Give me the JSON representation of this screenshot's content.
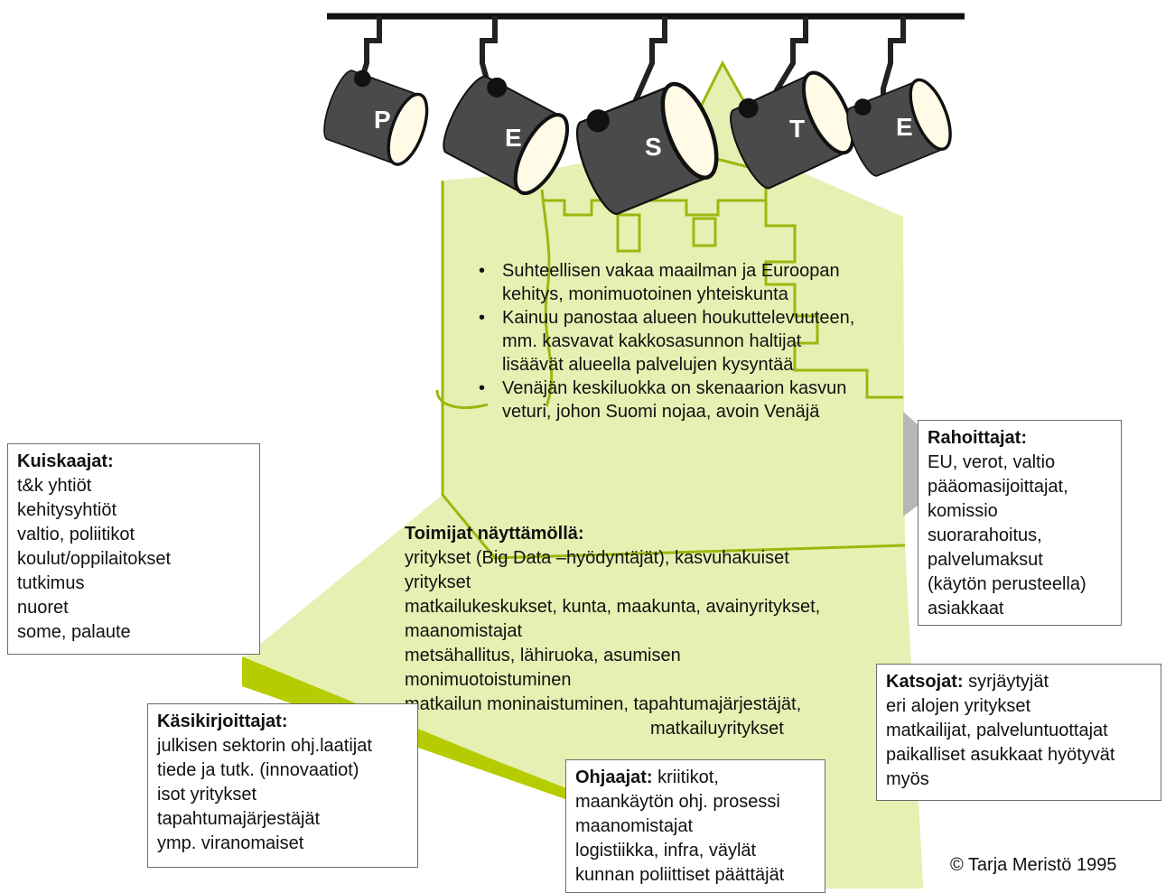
{
  "lamps": [
    {
      "letter": "P"
    },
    {
      "letter": "E"
    },
    {
      "letter": "S"
    },
    {
      "letter": "T"
    },
    {
      "letter": "E"
    }
  ],
  "colors": {
    "stage_light": "#e6f0b3",
    "stage_dark": "#b6cc00",
    "lamp_body": "#4a4a4a",
    "outline": "#9ab80e"
  },
  "bullets": [
    "Suhteellisen vakaa maailman ja Euroopan kehitys, monimuotoinen yhteiskunta",
    "Kainuu panostaa alueen houkuttelevuuteen, mm. kasvavat kakkosasunnon haltijat lisäävät alueella palvelujen kysyntää",
    "Venäjän keskiluokka on skenaarion kasvun veturi, johon Suomi nojaa, avoin Venäjä"
  ],
  "toimijat": {
    "title": "Toimijat näyttämöllä:",
    "lines": [
      "yritykset (Big Data –hyödyntäjät), kasvuhakuiset",
      "yritykset",
      "matkailukeskukset, kunta, maakunta, avainyritykset,",
      "maanomistajat",
      "metsähallitus, lähiruoka, asumisen",
      "monimuotoistuminen",
      "matkailun moninaistuminen, tapahtumajärjestäjät,",
      "matkailuyritykset"
    ]
  },
  "kuiskaajat": {
    "title": "Kuiskaajat:",
    "lines": [
      "t&k yhtiöt",
      "kehitysyhtiöt",
      "valtio, poliitikot",
      "koulut/oppilaitokset",
      "tutkimus",
      "nuoret",
      "some, palaute"
    ]
  },
  "rahoittajat": {
    "title": "Rahoittajat:",
    "lines": [
      "EU, verot, valtio",
      "pääomasijoittajat,",
      "komissio",
      "suorarahoitus,",
      "palvelumaksut",
      "(käytön perusteella)",
      "asiakkaat"
    ]
  },
  "katsojat": {
    "title": "Katsojat:",
    "first": " syrjäytyjät",
    "lines": [
      "eri alojen yritykset",
      "matkailijat, palveluntuottajat",
      "paikalliset asukkaat hyötyvät",
      "myös"
    ]
  },
  "kasikirjoittajat": {
    "title": "Käsikirjoittajat:",
    "lines": [
      "julkisen sektorin ohj.laatijat",
      "tiede ja tutk. (innovaatiot)",
      "isot yritykset",
      "tapahtumajärjestäjät",
      "ymp. viranomaiset"
    ]
  },
  "ohjaajat": {
    "title": "Ohjaajat:",
    "first": " kriitikot,",
    "lines": [
      "maankäytön ohj. prosessi",
      "maanomistajat",
      "logistiikka, infra, väylät",
      "kunnan poliittiset päättäjät"
    ]
  },
  "copyright": "© Tarja Meristö 1995"
}
